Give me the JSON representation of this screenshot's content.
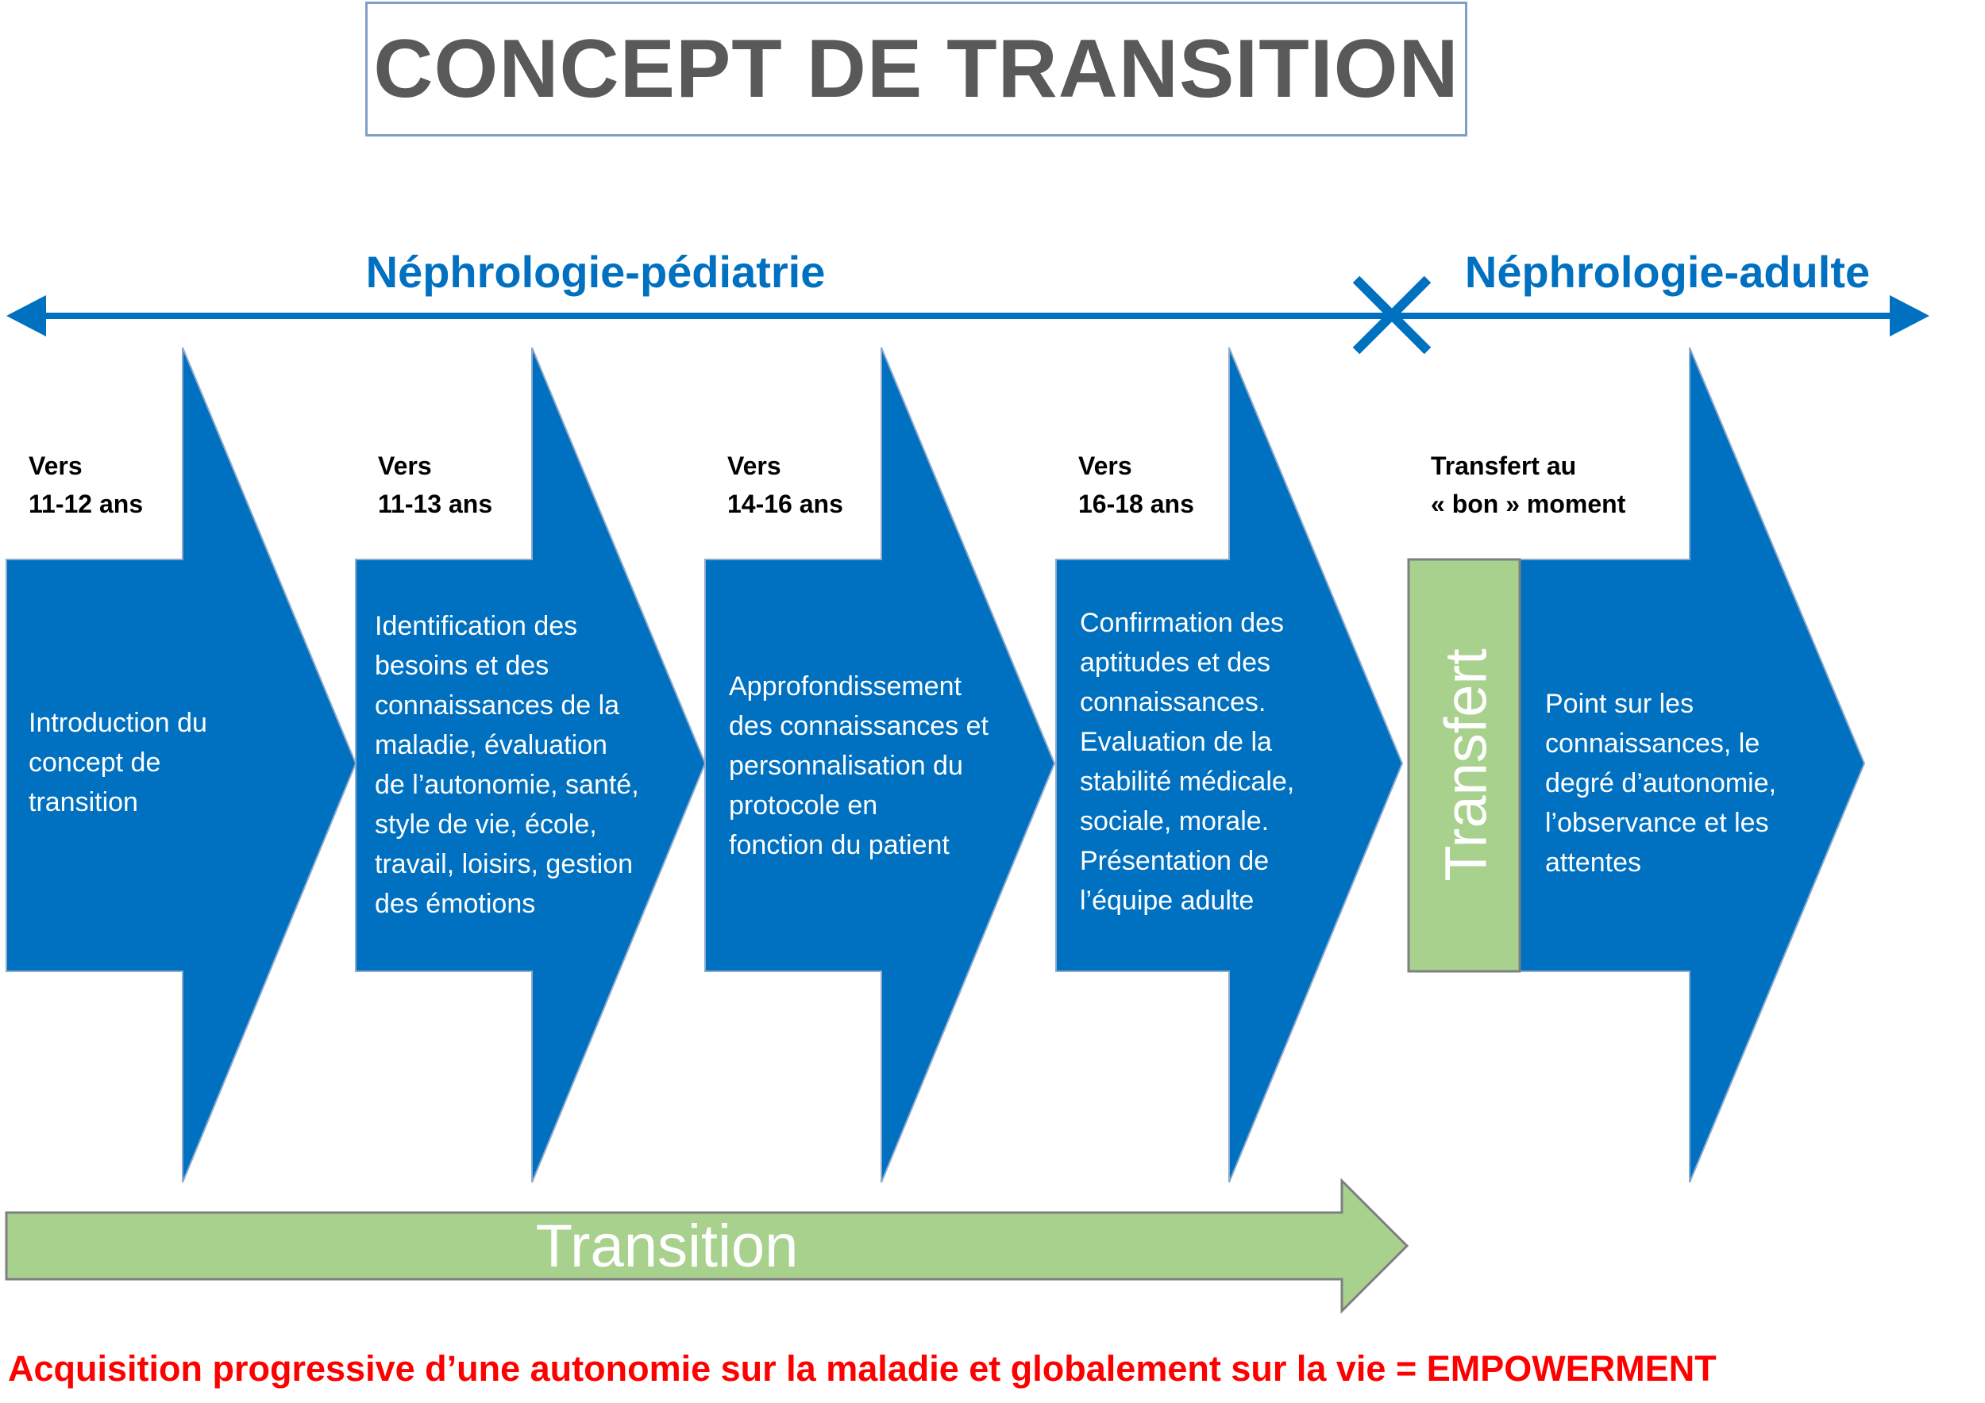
{
  "title": "CONCEPT DE TRANSITION",
  "timeline": {
    "left_label": "Néphrologie-pédiatrie",
    "right_label": "Néphrologie-adulte"
  },
  "stages": [
    {
      "age": [
        "Vers",
        "11-12 ans"
      ],
      "description": [
        "Introduction du",
        "concept de",
        "transition"
      ]
    },
    {
      "age": [
        "Vers",
        "11-13 ans"
      ],
      "description": [
        "Identification des",
        "besoins et des",
        "connaissances de la",
        "maladie, évaluation",
        "de l’autonomie, santé,",
        "style de vie, école,",
        "travail, loisirs, gestion",
        "des émotions"
      ]
    },
    {
      "age": [
        "Vers",
        "14-16 ans"
      ],
      "description": [
        "Approfondissement",
        "des connaissances et",
        "personnalisation du",
        "protocole en",
        "fonction du patient"
      ]
    },
    {
      "age": [
        "Vers",
        "16-18 ans"
      ],
      "description": [
        "Confirmation des",
        "aptitudes et des",
        "connaissances.",
        "Evaluation de la",
        "stabilité médicale,",
        "sociale, morale.",
        "Présentation de",
        "l’équipe  adulte"
      ]
    },
    {
      "age": [
        "Transfert au",
        "« bon » moment"
      ],
      "description": [
        "Point sur les",
        "connaissances, le",
        "degré d’autonomie,",
        "l’observance et les",
        "attentes"
      ]
    }
  ],
  "transfer_label": "Transfert",
  "transition_label": "Transition",
  "footer": "Acquisition progressive d’une autonomie sur la maladie et globalement sur la vie = EMPOWERMENT",
  "colors": {
    "blue": "#0070c0",
    "green": "#a9d18e",
    "green_border": "#7f7f7f",
    "title_text": "#595959",
    "title_border": "#7f9fc6",
    "footer_red": "#ff0000"
  }
}
